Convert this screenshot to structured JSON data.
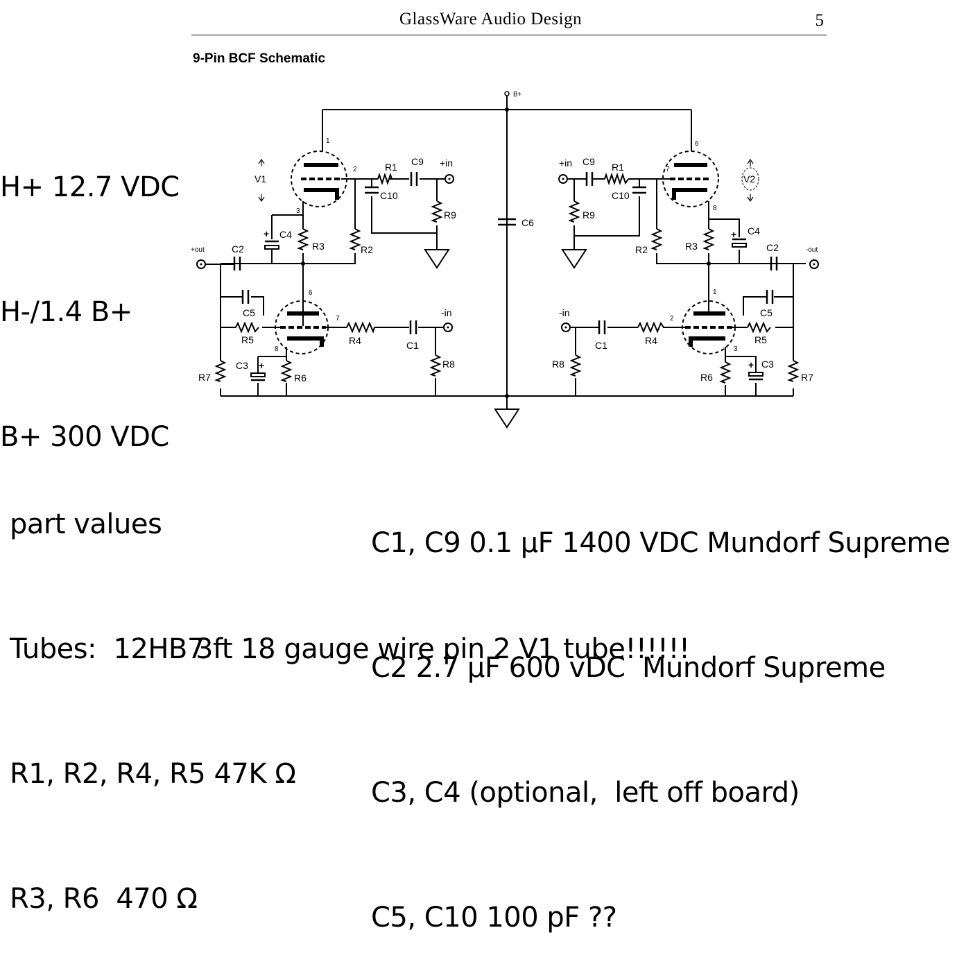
{
  "header": {
    "title": "GlassWare Audio Design",
    "page_number": "5"
  },
  "subtitle": "9-Pin BCF  Schematic",
  "supply_notes": [
    "H+ 12.7 VDC",
    "H-/1.4 B+",
    "B+ 300 VDC"
  ],
  "part_values": [
    "part values",
    "Tubes:  12HB7",
    "R1, R2, R4, R5 47K Ω",
    "R3, R6  470 Ω"
  ],
  "capacitor_notes": [
    "C1, C9 0.1 µF 1400 VDC Mundorf Supreme",
    "C2 2.7 µF 600 vDC  Mundorf Supreme",
    "C3, C4 (optional,  left off board)",
    "C5, C10 100 pF ??"
  ],
  "wire_note": "3ft 18 gauge wire pin 2 V1 tube!!!!!!",
  "schematic": {
    "bplus": "B+",
    "left": {
      "tube": "V1",
      "pins": {
        "p1": "1",
        "p2": "2",
        "p3": "3",
        "p6": "6",
        "p7": "7",
        "p8": "8"
      },
      "plus_in": "+in",
      "minus_in": "-in",
      "out": "+out",
      "R1": "R1",
      "R2": "R2",
      "R3": "R3",
      "R4": "R4",
      "R5": "R5",
      "R6": "R6",
      "R7": "R7",
      "R8": "R8",
      "R9": "R9",
      "C1": "C1",
      "C2": "C2",
      "C3": "C3",
      "C4": "C4",
      "C5": "C5",
      "C9": "C9",
      "C10": "C10"
    },
    "center": {
      "C6": "C6"
    },
    "right": {
      "tube": "V2",
      "pins": {
        "p6": "6",
        "p7": "7",
        "p8": "8",
        "p1": "1",
        "p2": "2",
        "p3": "3"
      },
      "plus_in": "+in",
      "minus_in": "-in",
      "out": "-out",
      "R1": "R1",
      "R2": "R2",
      "R3": "R3",
      "R4": "R4",
      "R5": "R5",
      "R6": "R6",
      "R7": "R7",
      "R8": "R8",
      "R9": "R9",
      "C1": "C1",
      "C2": "C2",
      "C3": "C3",
      "C4": "C4",
      "C5": "C5",
      "C9": "C9",
      "C10": "C10"
    }
  }
}
